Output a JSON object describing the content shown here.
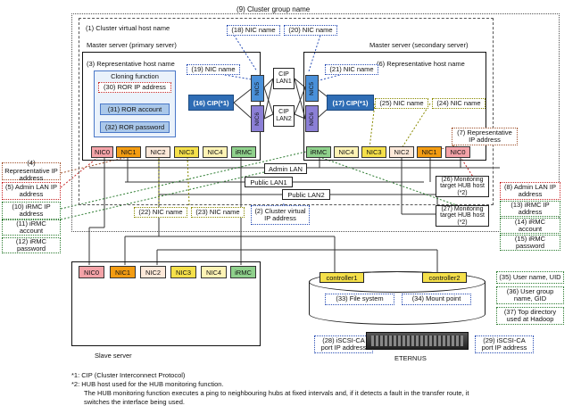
{
  "title": "(9) Cluster group name",
  "cluster_host": "(1) Cluster virtual host name",
  "primary": {
    "title": "Master server (primary server)",
    "rep_host": "(3) Representative  host name",
    "cloning_title": "Cloning function",
    "ror_ip": "(30) ROR IP address",
    "ror_account": "(31) ROR account",
    "ror_password": "(32) ROR password",
    "cip": "(16) CIP(*1)",
    "nics": [
      "NIC0",
      "NIC1",
      "NIC2",
      "NIC3",
      "NIC4",
      "iRMC"
    ]
  },
  "secondary": {
    "title": "Master server (secondary server)",
    "rep_host": "(6) Representative  host name",
    "cip": "(17) CIP(*1)",
    "nics": [
      "iRMC",
      "NIC4",
      "NIC3",
      "NIC2",
      "NIC1",
      "NIC0"
    ]
  },
  "cip_lan1": "CIP\nLAN1",
  "cip_lan2": "CIP\nLAN2",
  "nic5": "NIC5",
  "nic6": "NIC6",
  "nic_names": {
    "n18": "(18) NIC name",
    "n20": "(20) NIC name",
    "n19": "(19) NIC name",
    "n21": "(21) NIC name",
    "n25": "(25) NIC name",
    "n24": "(24) NIC name",
    "n22": "(22) NIC name",
    "n23": "(23) NIC name"
  },
  "lans": {
    "admin": "Admin LAN",
    "public1": "Public LAN1",
    "public2": "Public LAN2"
  },
  "cluster_ip": "(2) Cluster virtual IP address",
  "hub26": "(26)  Monitoring target HUB host (*2)",
  "hub27": "(27)  Monitoring target HUB host (*2)",
  "left_labels": {
    "l4": "(4) Representative IP address",
    "l5": "(5) Admin LAN IP address",
    "l10": "(10) iRMC IP address",
    "l11": "(11) iRMC account",
    "l12": "(12) iRMC password"
  },
  "right_labels": {
    "r7": "(7) Representative IP address",
    "r8": "(8) Admin LAN IP address",
    "r13": "(13) iRMC IP address",
    "r14": "(14) iRMC account",
    "r15": "(15) iRMC password"
  },
  "slave": {
    "label": "Slave server",
    "nics": [
      "NIC0",
      "NIC1",
      "NIC2",
      "NIC3",
      "NIC4",
      "iRMC"
    ]
  },
  "storage": {
    "controller1": "controller1",
    "controller2": "controller2",
    "fs": "(33) File system",
    "mount": "(34) Mount point",
    "iscsi28": "(28) iSCSI-CA  port IP address",
    "iscsi29": "(29) iSCSI-CA  port IP address",
    "eternus": "ETERNUS"
  },
  "user_labels": {
    "u35": "(35) User name, UID",
    "u36": "(36) User group name, GID",
    "u37": "(37) Top directory used at Hadoop"
  },
  "footnotes": {
    "f1": "*1: CIP (Cluster Interconnect Protocol)",
    "f2": "*2: HUB host used for the HUB monitoring function.",
    "f3": "The HUB monitoring function executes a ping to neighbouring hubs at fixed intervals and, if it detects a fault in the transfer route, it",
    "f4": "switches the interface being used."
  },
  "colors": {
    "nic0": "#f4a3a8",
    "nic1": "#f39c12",
    "nic2": "#fde9d9",
    "nic3": "#f5e04a",
    "nic4": "#fdf3b5",
    "irmc": "#8fd18c",
    "nic5": "#4a90d9",
    "nic6": "#8b7fd6",
    "cip": "#2f6db5"
  }
}
